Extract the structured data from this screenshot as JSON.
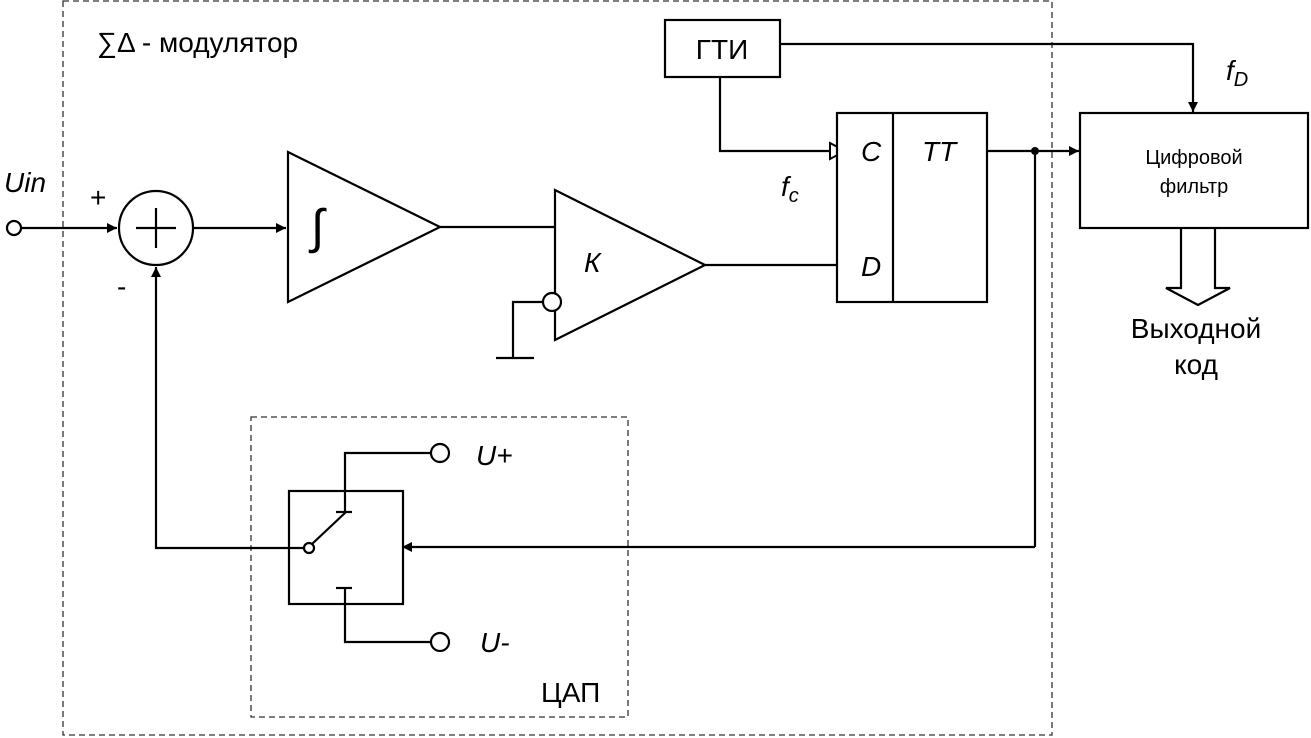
{
  "modulator": {
    "title": "∑Δ - модулятор"
  },
  "input": {
    "label": "Uin",
    "plus": "+",
    "minus": "-"
  },
  "integrator": {
    "symbol": "∫"
  },
  "comparator": {
    "label": "К"
  },
  "clock": {
    "label": "ГТИ",
    "fc": "f",
    "fc_sub": "c",
    "fd": "f",
    "fd_sub": "D"
  },
  "flipflop": {
    "c_label": "C",
    "d_label": "D",
    "tt_label": "TT"
  },
  "filter": {
    "line1": "Цифровой",
    "line2": "фильтр"
  },
  "output": {
    "line1": "Выходной",
    "line2": "код"
  },
  "dac": {
    "label": "ЦАП",
    "u_plus": "U+",
    "u_minus": "U-"
  }
}
